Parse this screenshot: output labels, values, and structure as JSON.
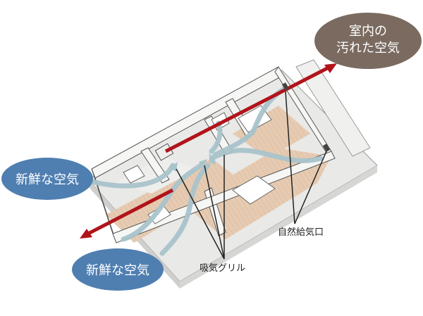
{
  "labels": {
    "exhaust_line1": "室内の",
    "exhaust_line2": "汚れた空気",
    "fresh_air_left": "新鮮な空気",
    "fresh_air_bottom": "新鮮な空気",
    "exhaust_grille": "吸気グリル",
    "natural_inlet": "自然給気口"
  },
  "colors": {
    "exhaust_bubble": "#7a6a60",
    "fresh_bubble": "#4f7fb1",
    "exhaust_arrow": "#b0141a",
    "airflow": "#a9c4cc",
    "floor": "#e4c9b0",
    "wall": "#f4f4f2",
    "outline": "#555555"
  }
}
